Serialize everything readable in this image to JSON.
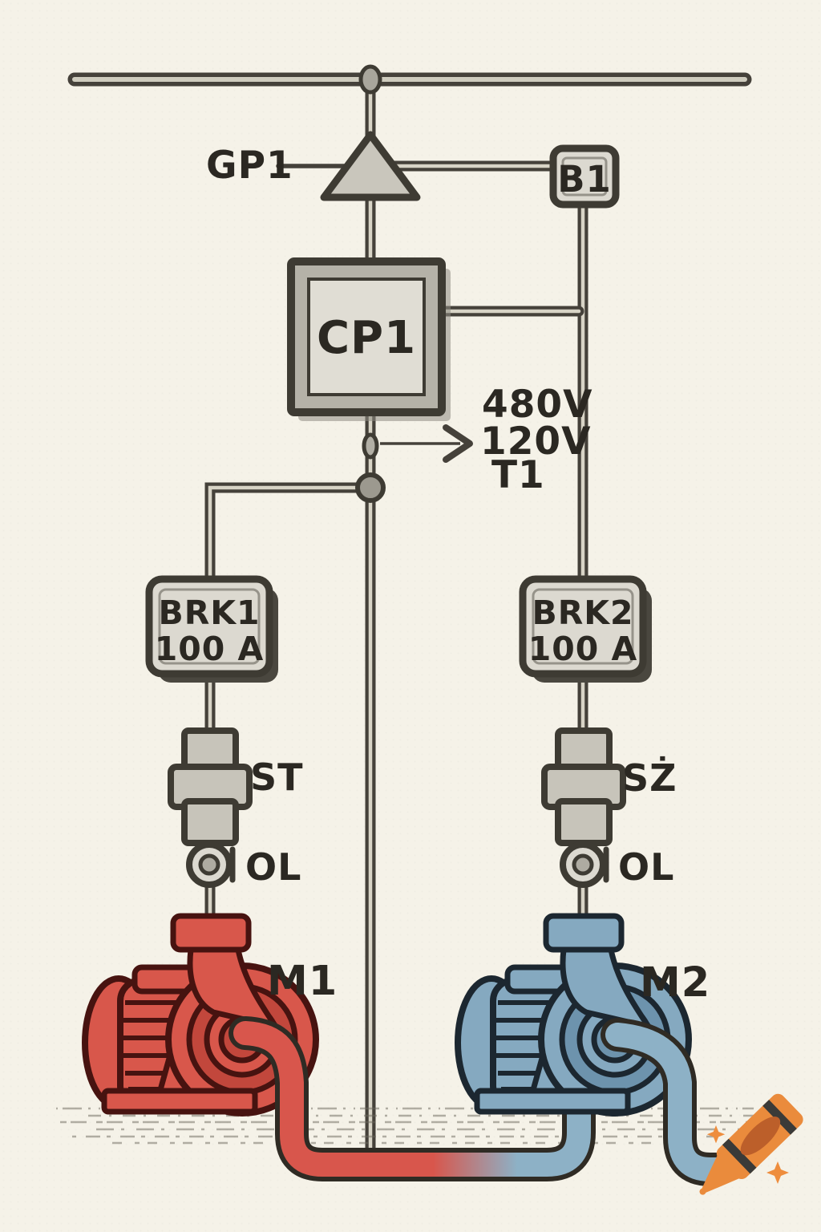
{
  "diagram": {
    "description": "hand-drawn single-line electrical diagram of two motor pump feeders",
    "labels": {
      "gp1": "GP1",
      "b1": "B1",
      "cp1": "CP1",
      "xfmr_primary": "480V",
      "xfmr_secondary": "120V",
      "xfmr_name": "T1",
      "brk1_name": "BRK1",
      "brk1_rating": "100 A",
      "brk2_name": "BRK2",
      "brk2_rating": "100 A",
      "starter1": "ST",
      "starter2": "SŻ",
      "ol1": "OL",
      "ol2": "OL",
      "m1": "M1",
      "m2": "M2"
    },
    "icons": {
      "ground-triangle-icon": "filled upward triangle below bus tap",
      "junction-node-icon": "filled dot where conductors join",
      "starter-symbol-icon": "stacked cross-shaped block",
      "overload-symbol-icon": "double circle with tick",
      "arrow-right-icon": "thin arrow pointing to transformer text",
      "pump-m1-icon": "red centrifugal pump with motor",
      "pump-m2-icon": "blue centrifugal pump with motor",
      "crayon-icon": "orange crayon watermark",
      "sparkle-icon": "four point star"
    },
    "colors": {
      "paper": "#f5f2e8",
      "ink": "#3e3b33",
      "panel_fill": "#dcd9d0",
      "pump1_body": "#d8574b",
      "pump2_body": "#85a9c0",
      "crayon_orange": "#ea8b3c"
    }
  }
}
